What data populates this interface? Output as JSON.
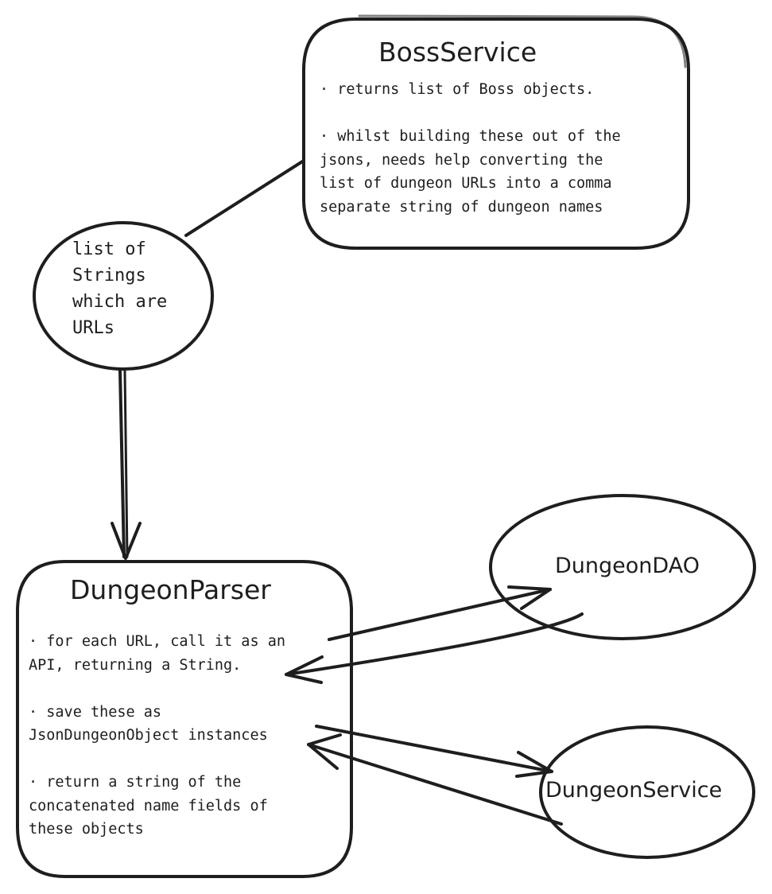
{
  "boss_service": {
    "title": "BossService",
    "lines": [
      "· returns list of Boss objects.",
      "",
      "· whilst building these out of the",
      "jsons, needs help converting the",
      "list of dungeon URLs into a comma",
      "separate string of dungeon names"
    ]
  },
  "url_list": {
    "lines": [
      "list of",
      "Strings",
      "which are",
      "URLs"
    ]
  },
  "dungeon_parser": {
    "title": "DungeonParser",
    "lines": [
      "· for each URL, call it as an",
      "API, returning a String.",
      "",
      "· save these as",
      "JsonDungeonObject instances",
      "",
      "· return a string of the",
      "concatenated name fields of",
      "these objects"
    ]
  },
  "dungeon_dao": {
    "label": "DungeonDAO"
  },
  "dungeon_service": {
    "label": "DungeonService"
  }
}
